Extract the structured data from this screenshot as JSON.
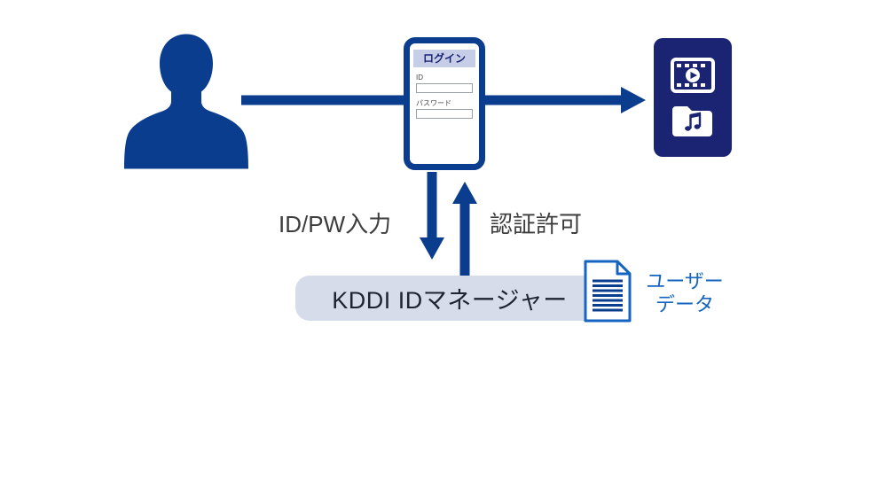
{
  "diagram": {
    "phone_login": {
      "header": "ログイン",
      "id_label": "ID",
      "id_value": "",
      "password_label": "パスワード",
      "password_value": ""
    },
    "arrow_labels": {
      "id_pw_input": "ID/PW入力",
      "auth_grant": "認証許可"
    },
    "manager_box": {
      "label": "KDDI IDマネージャー"
    },
    "user_data": {
      "line1": "ユーザー",
      "line2": "データ"
    },
    "icons": {
      "person": "person-silhouette-icon",
      "video": "video-player-icon",
      "music_folder": "music-folder-icon",
      "document": "user-data-document-icon"
    }
  },
  "colors": {
    "primary_blue": "#0b3d8f",
    "dark_navy": "#1a2473",
    "login_header_bg": "#c6cde7",
    "manager_box_bg": "#d6dce9",
    "label_text": "#3d3d3d",
    "manager_text": "#1e2433",
    "user_data_text": "#1565c0",
    "input_border": "#9aa0a8"
  }
}
